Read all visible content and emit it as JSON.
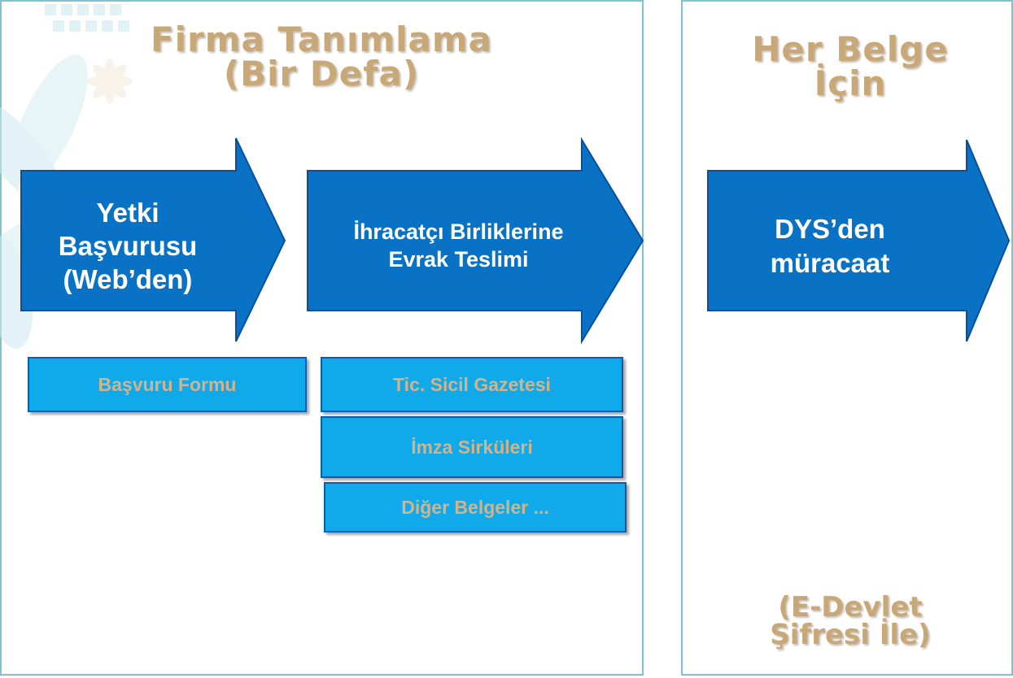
{
  "sections": [
    {
      "heading_line1": "Firma Tanımlama",
      "heading_line2": "(Bir Defa)"
    },
    {
      "heading_line1": "Her Belge",
      "heading_line2": "İçin",
      "note_line1": "(E-Devlet",
      "note_line2": "Şifresi İle)"
    }
  ],
  "steps": [
    {
      "line1": "Yetki",
      "line2": "Başvurusu",
      "line3": "(Web’den)"
    },
    {
      "line1": "İhracatçı Birliklerine",
      "line2": "Evrak Teslimi"
    },
    {
      "line1": "DYS’den",
      "line2": "müracaat"
    }
  ],
  "documents": [
    {
      "label": "Başvuru Formu"
    },
    {
      "label": "Tic. Sicil Gazetesi"
    },
    {
      "label": "İmza Sirküleri"
    },
    {
      "label": "Diğer Belgeler ..."
    }
  ],
  "colors": {
    "heading": "#c9a878",
    "arrow_fill": "#0a72c4",
    "arrow_border": "#0b4f99",
    "doc_fill": "#10a9ea",
    "doc_text": "#d2b48c",
    "panel_border": "#7fc4cc"
  }
}
